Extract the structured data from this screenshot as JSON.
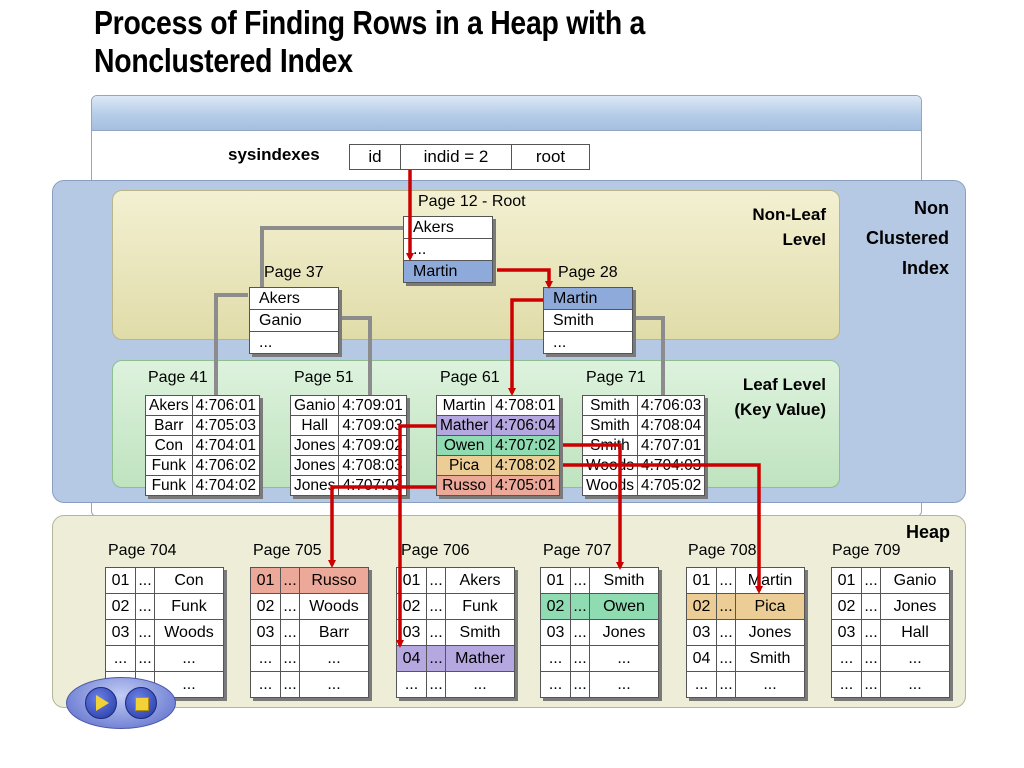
{
  "title": [
    "Process of Finding Rows in a Heap with a",
    "Nonclustered Index"
  ],
  "sysindexes": {
    "label": "sysindexes",
    "cells": [
      "id",
      "indid = 2",
      "root"
    ]
  },
  "labels": {
    "nci": [
      "Non",
      "Clustered",
      "Index"
    ],
    "nonleaf": [
      "Non-Leaf",
      "Level"
    ],
    "leaf": [
      "Leaf Level",
      "(Key Value)"
    ],
    "heap": "Heap"
  },
  "root_page": {
    "title": "Page 12 - Root",
    "rows": [
      "Akers",
      "...",
      "Martin"
    ]
  },
  "nonleaf_pages": [
    {
      "title": "Page 37",
      "rows": [
        "Akers",
        "Ganio",
        "..."
      ]
    },
    {
      "title": "Page 28",
      "rows": [
        "Martin",
        "Smith",
        "..."
      ]
    }
  ],
  "leaf_pages": [
    {
      "title": "Page 41",
      "rows": [
        [
          "Akers",
          "4:706:01"
        ],
        [
          "Barr",
          "4:705:03"
        ],
        [
          "Con",
          "4:704:01"
        ],
        [
          "Funk",
          "4:706:02"
        ],
        [
          "Funk",
          "4:704:02"
        ]
      ]
    },
    {
      "title": "Page 51",
      "rows": [
        [
          "Ganio",
          "4:709:01"
        ],
        [
          "Hall",
          "4:709:03"
        ],
        [
          "Jones",
          "4:709:02"
        ],
        [
          "Jones",
          "4:708:03"
        ],
        [
          "Jones",
          "4:707:03"
        ]
      ]
    },
    {
      "title": "Page 61",
      "rows": [
        [
          "Martin",
          "4:708:01"
        ],
        [
          "Mather",
          "4:706:04"
        ],
        [
          "Owen",
          "4:707:02"
        ],
        [
          "Pica",
          "4:708:02"
        ],
        [
          "Russo",
          "4:705:01"
        ]
      ]
    },
    {
      "title": "Page 71",
      "rows": [
        [
          "Smith",
          "4:706:03"
        ],
        [
          "Smith",
          "4:708:04"
        ],
        [
          "Smith",
          "4:707:01"
        ],
        [
          "Woods",
          "4:704:03"
        ],
        [
          "Woods",
          "4:705:02"
        ]
      ]
    }
  ],
  "heap_pages": [
    {
      "title": "Page 704",
      "rows": [
        [
          "01",
          "...",
          "Con"
        ],
        [
          "02",
          "...",
          "Funk"
        ],
        [
          "03",
          "...",
          "Woods"
        ],
        [
          "...",
          "...",
          "..."
        ],
        [
          "...",
          "...",
          "..."
        ]
      ]
    },
    {
      "title": "Page 705",
      "rows": [
        [
          "01",
          "...",
          "Russo"
        ],
        [
          "02",
          "...",
          "Woods"
        ],
        [
          "03",
          "...",
          "Barr"
        ],
        [
          "...",
          "...",
          "..."
        ],
        [
          "...",
          "...",
          "..."
        ]
      ]
    },
    {
      "title": "Page 706",
      "rows": [
        [
          "01",
          "...",
          "Akers"
        ],
        [
          "02",
          "...",
          "Funk"
        ],
        [
          "03",
          "...",
          "Smith"
        ],
        [
          "04",
          "...",
          "Mather"
        ],
        [
          "...",
          "...",
          "..."
        ]
      ]
    },
    {
      "title": "Page 707",
      "rows": [
        [
          "01",
          "...",
          "Smith"
        ],
        [
          "02",
          "...",
          "Owen"
        ],
        [
          "03",
          "...",
          "Jones"
        ],
        [
          "...",
          "...",
          "..."
        ],
        [
          "...",
          "...",
          "..."
        ]
      ]
    },
    {
      "title": "Page 708",
      "rows": [
        [
          "01",
          "...",
          "Martin"
        ],
        [
          "02",
          "...",
          "Pica"
        ],
        [
          "03",
          "...",
          "Jones"
        ],
        [
          "04",
          "...",
          "Smith"
        ],
        [
          "...",
          "...",
          "..."
        ]
      ]
    },
    {
      "title": "Page 709",
      "rows": [
        [
          "01",
          "...",
          "Ganio"
        ],
        [
          "02",
          "...",
          "Jones"
        ],
        [
          "03",
          "...",
          "Hall"
        ],
        [
          "...",
          "...",
          "..."
        ],
        [
          "...",
          "...",
          "..."
        ]
      ]
    }
  ],
  "colors": {
    "arrow": "#cc0000",
    "connector": "#8c8c8c",
    "martin": "#8eaadb",
    "mather": "#b5a8e0",
    "owen": "#8fdcb3",
    "pica": "#eccd95",
    "russo": "#eca999"
  }
}
